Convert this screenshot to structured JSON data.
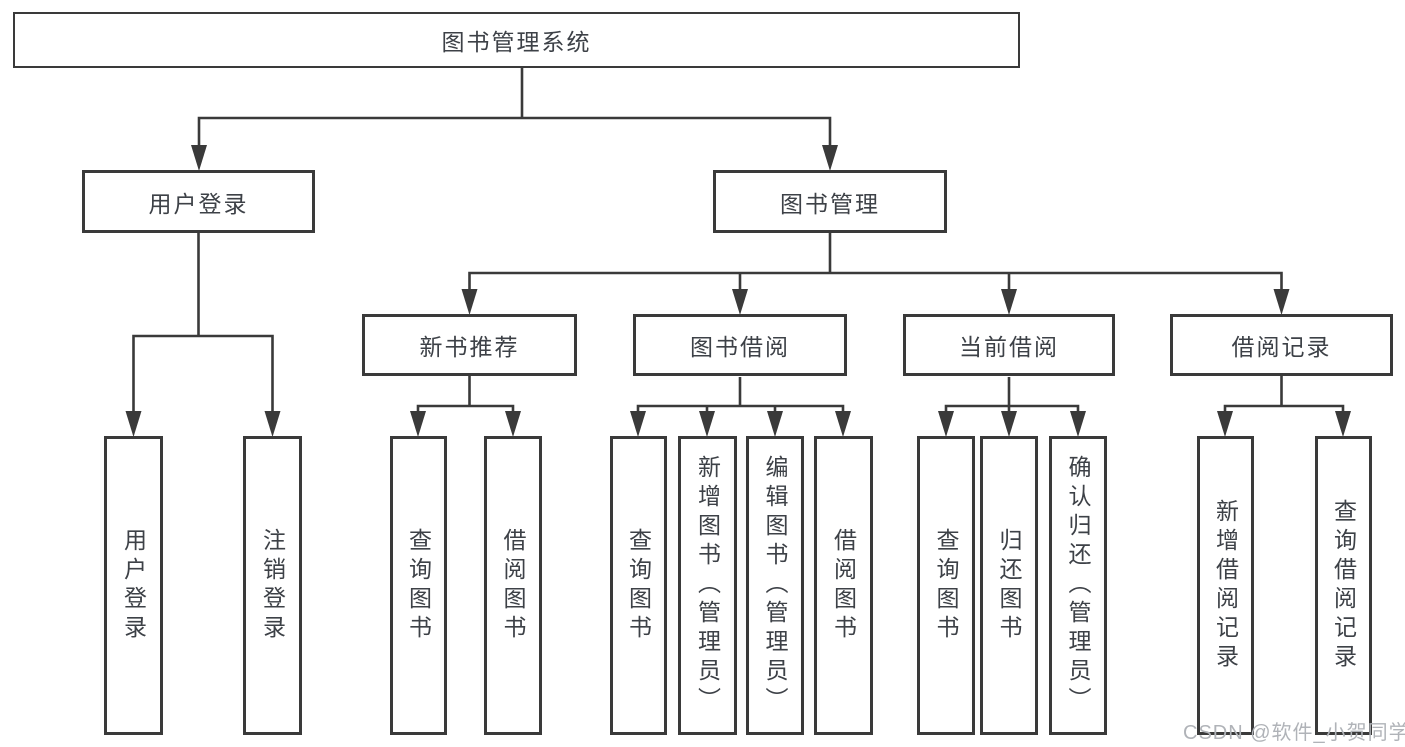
{
  "diagram": {
    "root": {
      "label": "图书管理系统"
    },
    "level2": [
      {
        "label": "用户登录"
      },
      {
        "label": "图书管理"
      }
    ],
    "level3": [
      {
        "label": "新书推荐"
      },
      {
        "label": "图书借阅"
      },
      {
        "label": "当前借阅"
      },
      {
        "label": "借阅记录"
      }
    ],
    "leaves": [
      {
        "label": "用户登录"
      },
      {
        "label": "注销登录"
      },
      {
        "label": "查询图书"
      },
      {
        "label": "借阅图书"
      },
      {
        "label": "查询图书"
      },
      {
        "label": "新增图书（管理员）"
      },
      {
        "label": "编辑图书（管理员）"
      },
      {
        "label": "借阅图书"
      },
      {
        "label": "查询图书"
      },
      {
        "label": "归还图书"
      },
      {
        "label": "确认归还（管理员）"
      },
      {
        "label": "新增借阅记录"
      },
      {
        "label": "查询借阅记录"
      }
    ]
  },
  "watermark": {
    "text": "CSDN @软件_小贺同学"
  },
  "colors": {
    "line": "#3a3a3a",
    "text": "#3d4147",
    "watermark": "#b0b3b8",
    "background": "#ffffff"
  }
}
